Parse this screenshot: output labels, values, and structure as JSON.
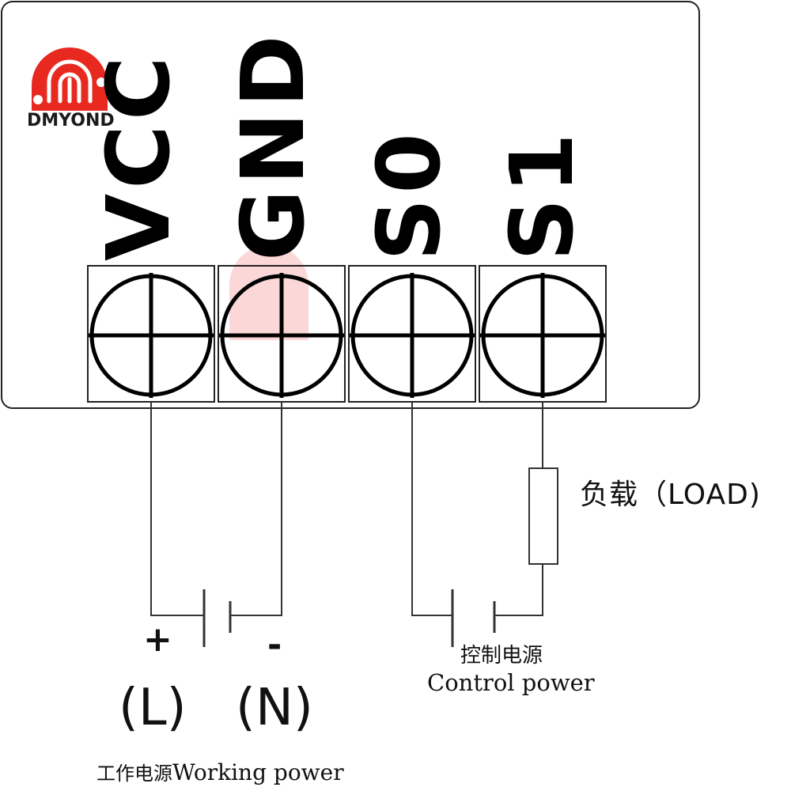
{
  "brand": {
    "name": "DMYOND",
    "color": "#e8291f"
  },
  "terminals": [
    {
      "label": "VCC"
    },
    {
      "label": "GND"
    },
    {
      "label": "S0"
    },
    {
      "label": "S1"
    }
  ],
  "working_power": {
    "plus": "+",
    "minus": "-",
    "left_pole": "(L)",
    "right_pole": "(N)",
    "caption_cn": "工作电源",
    "caption_en": "Working power"
  },
  "control_power": {
    "caption_cn": "控制电源",
    "caption_en": "Control power"
  },
  "load": {
    "label": "负载（LOAD)"
  }
}
